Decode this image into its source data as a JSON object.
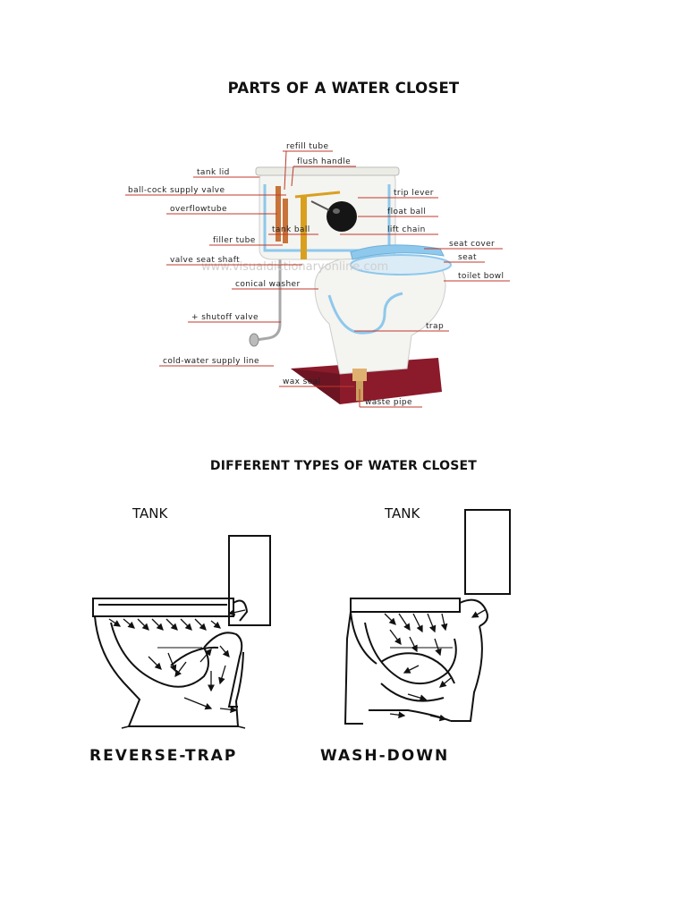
{
  "title": "PARTS OF A WATER CLOSET",
  "parts_labels": {
    "refill_tube": "refill tube",
    "flush_handle": "flush handle",
    "tank_lid": "tank lid",
    "ball_cock_supply_valve": "ball-cock supply valve",
    "trip_lever": "trip lever",
    "overflow_tube": "overflowtube",
    "float_ball": "float ball",
    "tank_ball": "tank ball",
    "lift_chain": "lift chain",
    "filler_tube": "filler tube",
    "seat_cover": "seat cover",
    "seat": "seat",
    "valve_seat_shaft": "valve seat shaft",
    "toilet_bowl": "toilet bowl",
    "conical_washer": "conical washer",
    "shutoff_valve": "+ shutoff valve",
    "trap": "trap",
    "cold_water_supply_line": "cold-water supply line",
    "wax_seal": "wax seal",
    "waste_pipe": "waste pipe"
  },
  "watermark": "www.visualdictionaryonline.com",
  "types_title": "DIFFERENT TYPES OF WATER CLOSET",
  "types": {
    "left": {
      "tank_label": "TANK",
      "name": "REVERSE-TRAP"
    },
    "right": {
      "tank_label": "TANK",
      "name": "WASH-DOWN"
    }
  },
  "colors": {
    "label_underline": "#c0392b",
    "water": "#8ec8ec",
    "floor": "#8b1a2b",
    "porcelain": "#f4f4f0"
  }
}
